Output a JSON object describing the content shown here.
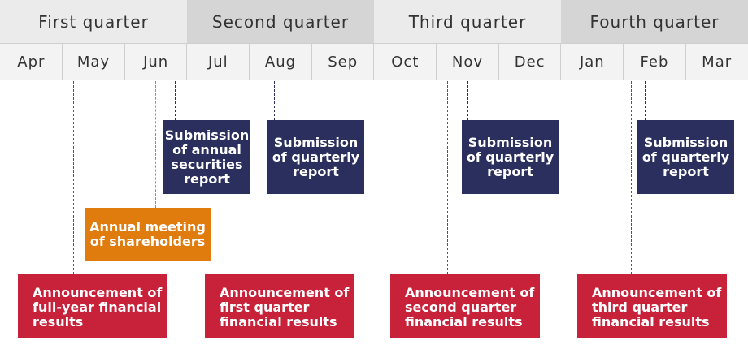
{
  "quarters": [
    {
      "label": "First quarter",
      "bg": "#ebebeb"
    },
    {
      "label": "Second quarter",
      "bg": "#d5d5d5"
    },
    {
      "label": "Third quarter",
      "bg": "#ebebeb"
    },
    {
      "label": "Fourth quarter",
      "bg": "#d5d5d5"
    }
  ],
  "months": [
    "Apr",
    "May",
    "Jun",
    "Jul",
    "Aug",
    "Sep",
    "Oct",
    "Nov",
    "Dec",
    "Jan",
    "Feb",
    "Mar"
  ],
  "colors": {
    "announcement": "#c8213a",
    "submission": "#2b2f5e",
    "meeting": "#e07b0e"
  },
  "events": {
    "announce_full_year": "Announcement of\nfull-year financial\nresults",
    "announce_q1": "Announcement of\nfirst quarter\nfinancial results",
    "announce_q2": "Announcement of\nsecond quarter\nfinancial results",
    "announce_q3": "Announcement of\nthird quarter\nfinancial results",
    "annual_meeting": "Annual meeting\nof shareholders",
    "submission_annual": "Submission\nof annual\nsecurities\nreport",
    "submission_q1": "Submission\nof quarterly\nreport",
    "submission_q2": "Submission\nof quarterly\nreport",
    "submission_q3": "Submission\nof quarterly\nreport"
  }
}
